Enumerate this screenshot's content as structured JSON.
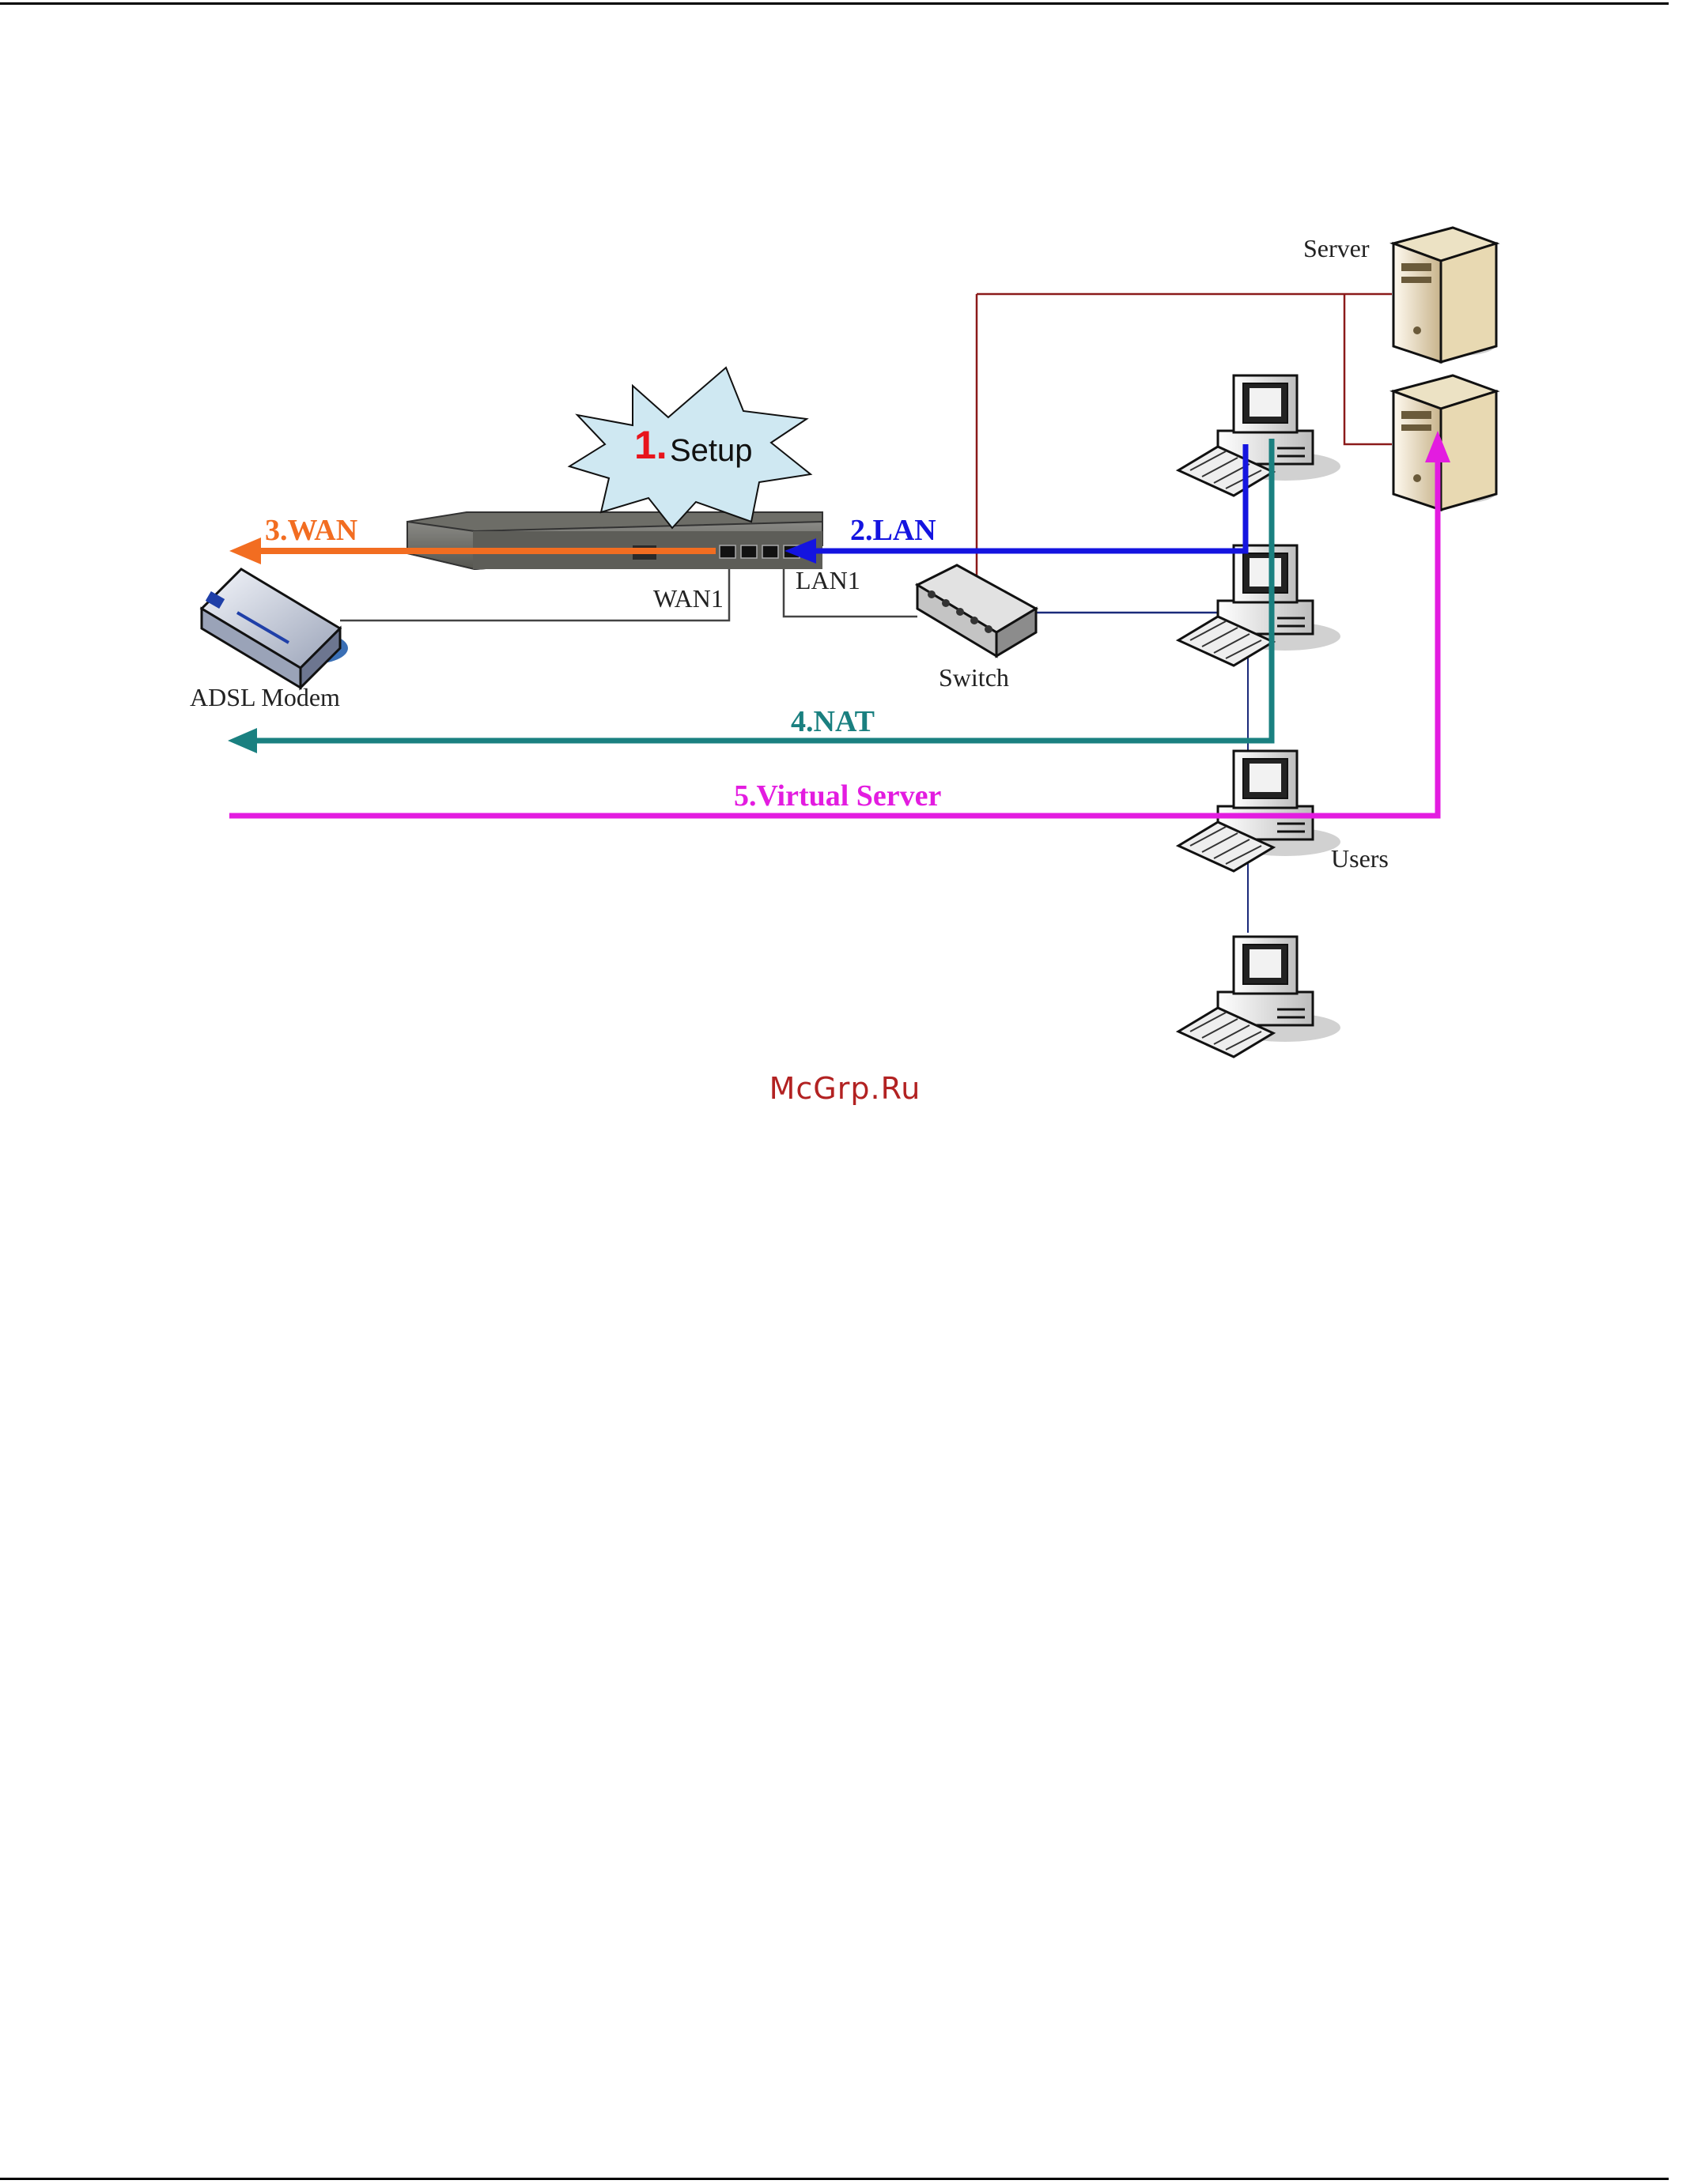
{
  "labels": {
    "server": "Server",
    "adsl_modem": "ADSL Modem",
    "wan1": "WAN1",
    "lan1": "LAN1",
    "switch": "Switch",
    "users": "Users"
  },
  "setup": {
    "number": "1.",
    "text": "Setup",
    "number_color": "#e8141c",
    "burst_color": "#cfe8f2"
  },
  "flows": {
    "lan": {
      "label": "2.LAN",
      "color": "#1414e0"
    },
    "wan": {
      "label": "3.WAN",
      "color": "#f26d21"
    },
    "nat": {
      "label": "4.NAT",
      "color": "#1a8080"
    },
    "virtual_server": {
      "label": "5.Virtual Server",
      "color": "#e31ce0"
    }
  },
  "watermark": "McGrp.Ru"
}
